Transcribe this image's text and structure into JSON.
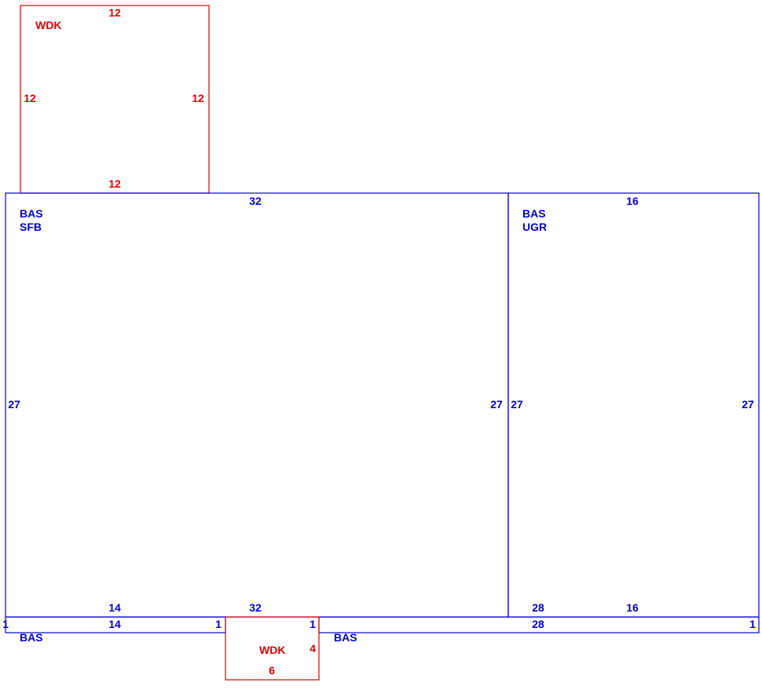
{
  "colors": {
    "bas": "#0000cc",
    "wdk": "#dd0000"
  },
  "areas": {
    "wdk_top": {
      "code": "WDK",
      "dim_top": "12",
      "dim_left": "12",
      "dim_right": "12",
      "dim_bottom": "12"
    },
    "bas_sfb": {
      "code": "BAS",
      "sub": "SFB",
      "dim_top": "32",
      "dim_left": "27",
      "dim_right": "27",
      "dim_bottom_a": "14",
      "dim_bottom_b": "32"
    },
    "bas_ugr": {
      "code": "BAS",
      "sub": "UGR",
      "dim_top": "16",
      "dim_left": "27",
      "dim_right": "27",
      "dim_bottom_a": "28",
      "dim_bottom_b": "16"
    },
    "bas_strip_left": {
      "code": "BAS",
      "dim_left": "1",
      "dim_top": "14",
      "dim_right": "1"
    },
    "bas_strip_right": {
      "code": "BAS",
      "dim_left": "1",
      "dim_top": "28",
      "dim_right": "1"
    },
    "wdk_bottom": {
      "code": "WDK",
      "dim_right": "4",
      "dim_bottom": "6"
    }
  }
}
